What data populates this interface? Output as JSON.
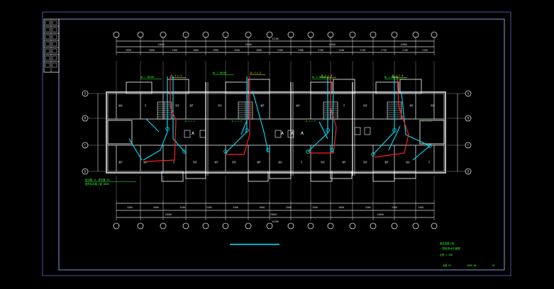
{
  "drawing": {
    "colors": {
      "background": "#000000",
      "outer_frame": "#3a4a8a",
      "inner_frame": "#8a9ad0",
      "walls": "#ffffff",
      "dims": "#dddddd",
      "cyan": "#00e5ff",
      "red": "#ff2020",
      "green": "#33ff33",
      "yellow": "#ffff33"
    },
    "top_dims_row1": [
      "2050",
      "3000",
      "3300",
      "3000",
      "3900",
      "4500",
      "3000",
      "2400",
      "3300",
      "2700",
      "3100",
      "2150",
      "2750",
      "2700",
      "2450"
    ],
    "top_dims_row2": [
      "13800",
      "13800",
      "14000",
      "12800"
    ],
    "top_overall": "52200",
    "bottom_dims_row1": [
      "3300",
      "3000",
      "3300",
      "3300",
      "3300",
      "3000",
      "3300",
      "3300",
      "3000",
      "3300",
      "3300",
      "3300"
    ],
    "bottom_dims_row2": [
      "13800",
      "13800",
      "14000"
    ],
    "bottom_overall": "52200",
    "riser_labels": [
      "JL-1 L-1",
      "JL-1 L-2",
      "JL-1 L-3",
      "JL-1 L-4"
    ],
    "green_notes_top": [
      "WL-1 DN100",
      "WL-2 DN100",
      "WL-3 DN100",
      "WL-4 DN100"
    ],
    "side_labels_left": [
      "A",
      "B",
      "C",
      "D"
    ],
    "side_labels_right": [
      "A",
      "B",
      "C",
      "D"
    ],
    "legend_note": [
      "给水管 JL  排水管 WL",
      "室外给水接入管 DN50"
    ],
    "title_block": {
      "project": "某住宅楼工程",
      "name": "一层给排水平面图",
      "drawing_no": "水施-03",
      "scale": "比例 1:100",
      "date": "2009.08",
      "sheet": "03"
    }
  }
}
